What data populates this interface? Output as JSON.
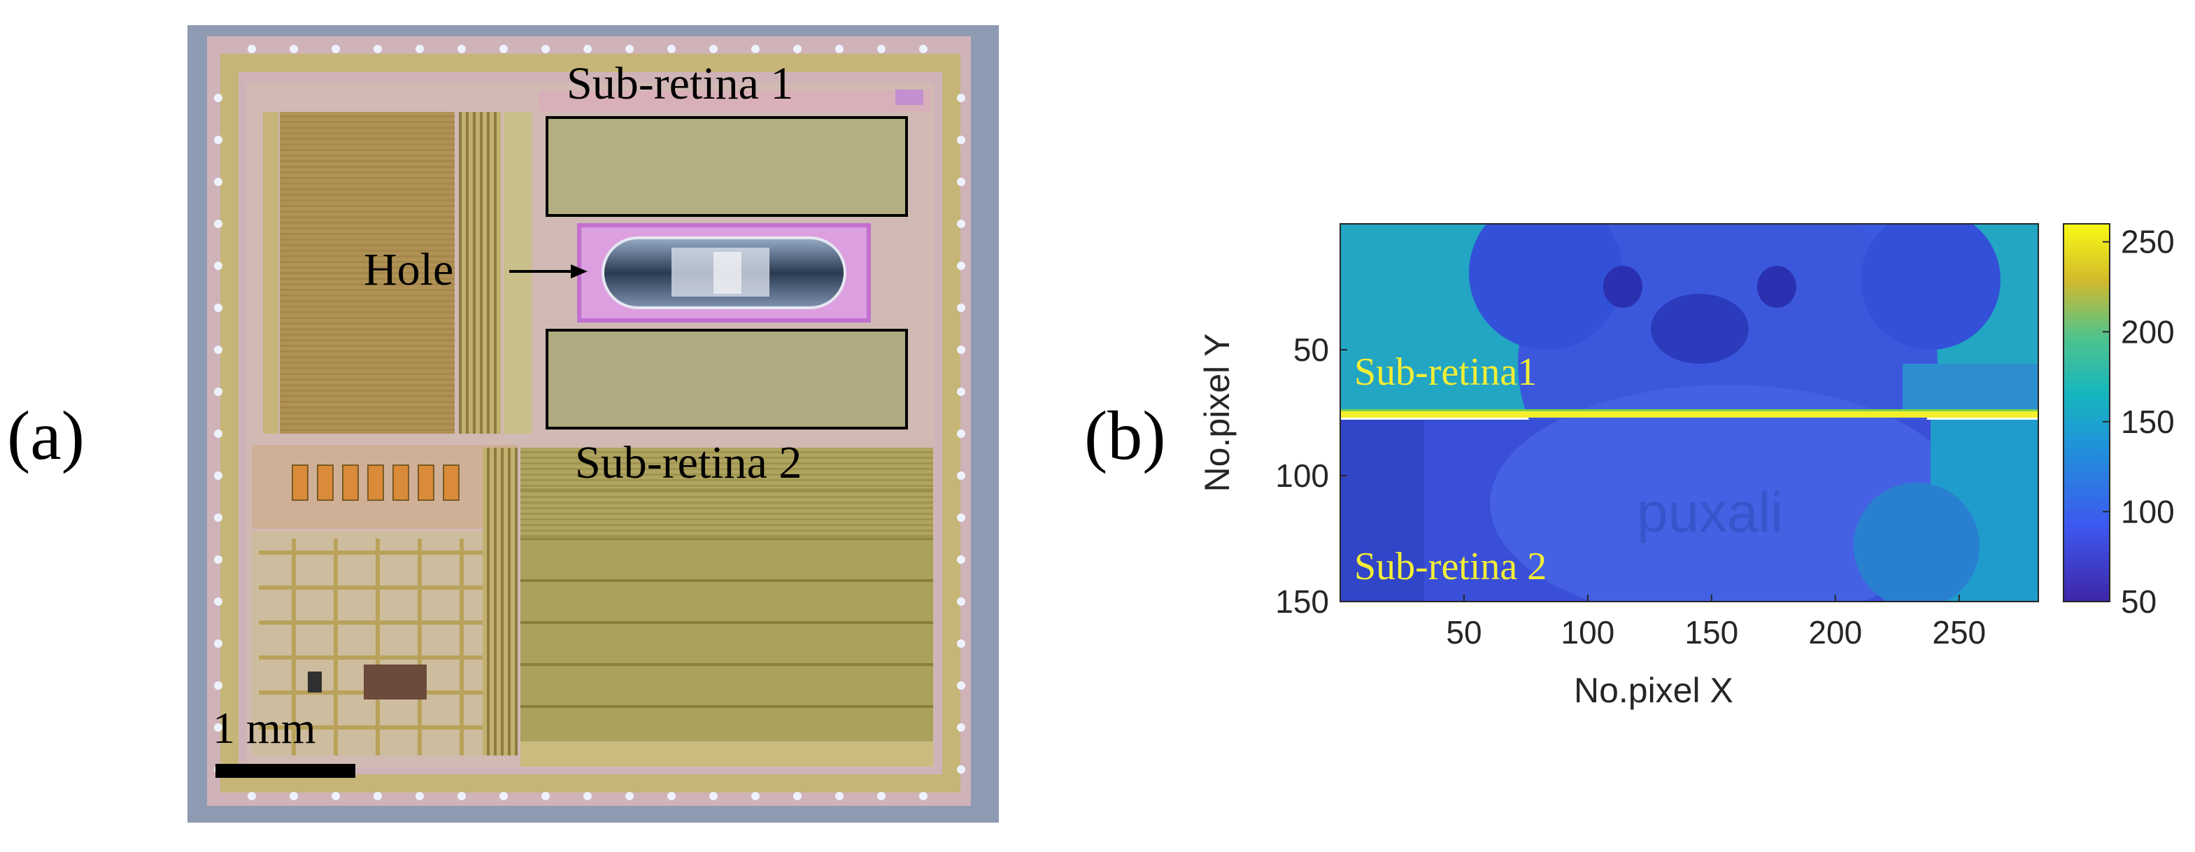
{
  "panel_a": {
    "label": "(a)",
    "sub_retina_1": "Sub-retina 1",
    "sub_retina_2": "Sub-retina 2",
    "hole": "Hole",
    "scale_bar": "1 mm"
  },
  "panel_b": {
    "label": "(b)",
    "sub_retina_1": "Sub-retina1",
    "sub_retina_2": "Sub-retina 2",
    "image_text": "puxali",
    "colors": {
      "low": "#3b2fd3",
      "mid": "#1ea4c9",
      "high": "#f9f91c",
      "label": "#f2ee36"
    }
  },
  "chart_data": {
    "type": "heatmap",
    "xlabel": "No.pixel X",
    "ylabel": "No.pixel Y",
    "xticks": [
      "50",
      "100",
      "150",
      "200",
      "250"
    ],
    "yticks": [
      "50",
      "100",
      "150"
    ],
    "x_range": [
      0,
      282
    ],
    "y_range": [
      150,
      0
    ],
    "colorbar": {
      "ticks": [
        "250",
        "200",
        "150",
        "100",
        "50"
      ],
      "range": [
        50,
        260
      ]
    },
    "bright_row_y": 76
  }
}
